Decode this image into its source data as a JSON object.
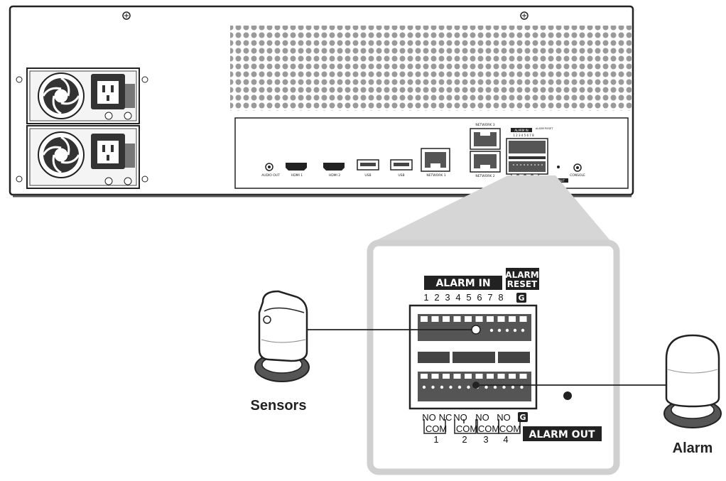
{
  "rear_panel": {
    "ports": {
      "audio_out": "AUDIO OUT",
      "hdmi1": "HDMI 1",
      "hdmi2": "HDMI 2",
      "usb1": "USB",
      "usb2": "USB",
      "network1": "NETWORK 1",
      "network2": "NETWORK 2",
      "network3": "NETWORK 3",
      "console": "CONSOLE"
    },
    "small_alarm_in": "ALARM IN",
    "small_alarm_reset": "ALARM RESET",
    "small_alarm_out": "ALARM OUT",
    "small_pins": "1 2 3 4 5 6 7 8"
  },
  "zoom": {
    "alarm_in_label": "ALARM IN",
    "alarm_reset_label_line1": "ALARM",
    "alarm_reset_label_line2": "RESET",
    "ground_top": "G",
    "ground_bottom": "G",
    "input_pins": [
      "1",
      "2",
      "3",
      "4",
      "5",
      "6",
      "7",
      "8"
    ],
    "relay_top": [
      "NO",
      "NC",
      "NO",
      "NO",
      "NO"
    ],
    "relay_com": [
      "COM",
      "COM",
      "COM",
      "COM"
    ],
    "relay_numbers": [
      "1",
      "2",
      "3",
      "4"
    ],
    "alarm_out_label": "ALARM OUT"
  },
  "devices": {
    "sensors_label": "Sensors",
    "alarm_label": "Alarm"
  }
}
